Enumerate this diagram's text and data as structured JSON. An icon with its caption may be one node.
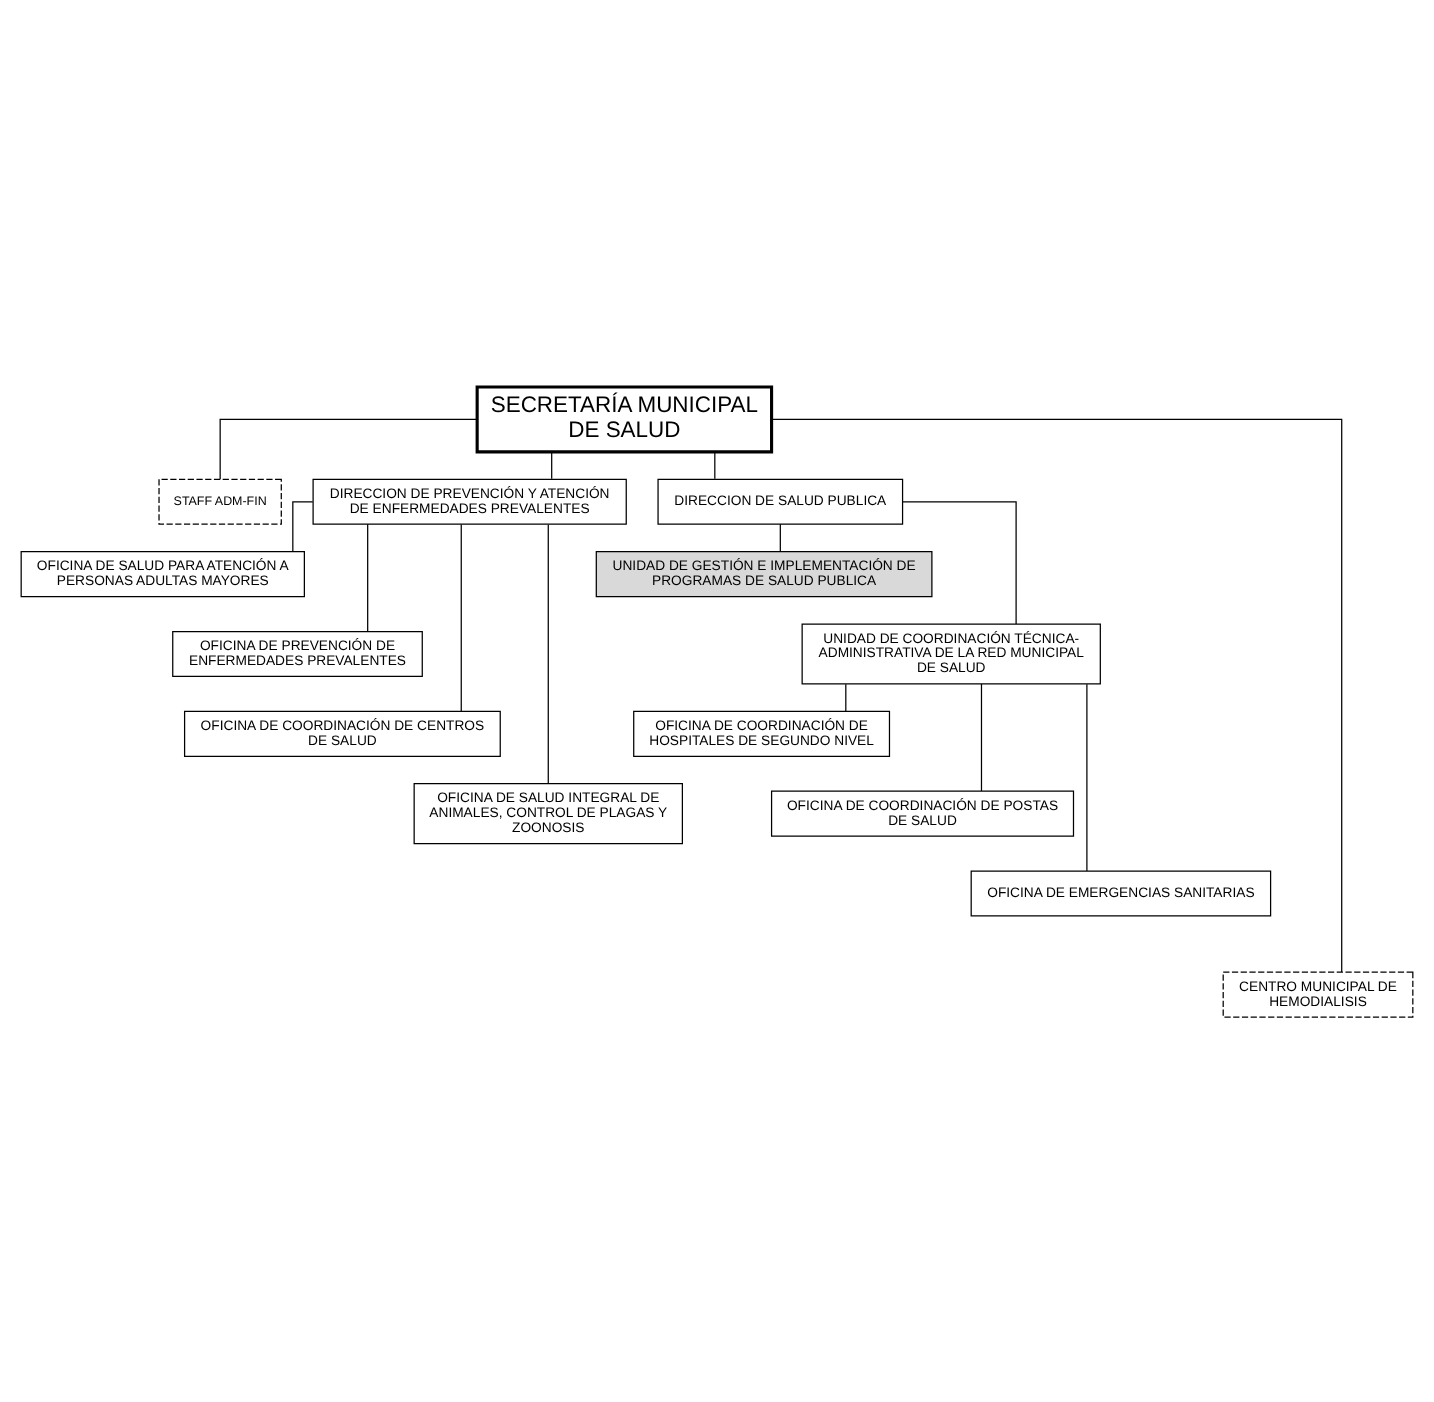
{
  "diagram": {
    "nodes": [
      {
        "text": [
          "SECRETARÍA MUNICIPAL DE SALUD"
        ]
      },
      {
        "text": [
          "STAFF ADM-FIN"
        ]
      },
      {
        "text": [
          "DIRECCION DE PREVENCIÓN Y ATENCIÓN DE ENFERMEDADES PREVALENTES"
        ]
      },
      {
        "text": [
          "DIRECCION DE SALUD PUBLICA"
        ]
      },
      {
        "text": [
          "OFICINA DE SALUD PARA ATENCIÓN A PERSONAS ADULTAS MAYORES"
        ]
      },
      {
        "text": [
          "OFICINA DE PREVENCIÓN DE ENFERMEDADES PREVALENTES"
        ]
      },
      {
        "text": [
          "OFICINA DE COORDINACIÓN DE CENTROS DE SALUD"
        ]
      },
      {
        "text": [
          "OFICINA DE SALUD INTEGRAL DE ANIMALES, CONTROL DE PLAGAS Y ZOONOSIS"
        ]
      },
      {
        "text": [
          "UNIDAD DE GESTIÓN E IMPLEMENTACIÓN DE PROGRAMAS DE SALUD PUBLICA"
        ]
      },
      {
        "text": [
          "UNIDAD DE COORDINACIÓN TÉCNICA-ADMINISTRATIVA DE LA RED MUNICIPAL DE SALUD"
        ]
      },
      {
        "text": [
          "OFICINA DE COORDINACIÓN DE HOSPITALES DE SEGUNDO NIVEL"
        ]
      },
      {
        "text": [
          "OFICINA DE COORDINACIÓN DE POSTAS DE SALUD"
        ]
      },
      {
        "text": [
          "OFICINA DE EMERGENCIAS SANITARIAS"
        ]
      },
      {
        "text": [
          "CENTRO MUNICIPAL DE HEMODIALISIS"
        ]
      }
    ],
    "edges": [
      {
        "from": 0,
        "to": 1,
        "arrow": "none"
      },
      {
        "from": 0,
        "to": 2,
        "arrow": "none"
      },
      {
        "from": 0,
        "to": 3,
        "arrow": "none"
      },
      {
        "from": 0,
        "to": 13,
        "arrow": "none"
      },
      {
        "from": 2,
        "to": 4,
        "arrow": "none"
      },
      {
        "from": 2,
        "to": 5,
        "arrow": "none"
      },
      {
        "from": 2,
        "to": 6,
        "arrow": "none"
      },
      {
        "from": 2,
        "to": 7,
        "arrow": "none"
      },
      {
        "from": 3,
        "to": 8,
        "arrow": "none"
      },
      {
        "from": 3,
        "to": 9,
        "arrow": "none"
      },
      {
        "from": 9,
        "to": 10,
        "arrow": "none"
      },
      {
        "from": 9,
        "to": 11,
        "arrow": "none"
      },
      {
        "from": 9,
        "to": 12,
        "arrow": "none"
      }
    ]
  }
}
